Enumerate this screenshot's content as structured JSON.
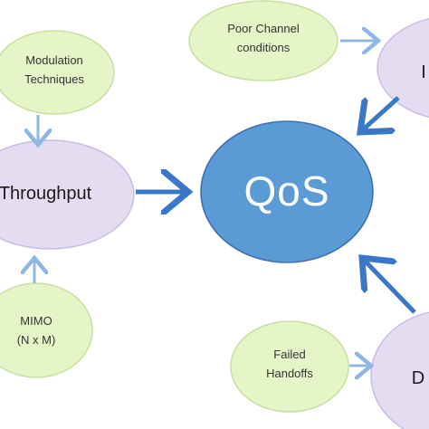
{
  "nodes": {
    "modulation": {
      "text": "Modulation\nTechniques",
      "color": "#e6f5c8"
    },
    "poor_channel": {
      "text": "Poor Channel\nconditions",
      "color": "#e6f5c8"
    },
    "mimo": {
      "text": "MIMO\n(N x M)",
      "color": "#e6f5c8"
    },
    "failed_handoffs": {
      "text": "Failed\nHandoffs",
      "color": "#e6f5c8"
    },
    "throughput": {
      "text": "Throughput",
      "color": "#e6dcf2"
    },
    "qos": {
      "text": "QoS",
      "color": "#5b9bd5"
    },
    "partial_top_right": {
      "text": "I",
      "color": "#e6dcf2"
    },
    "partial_bottom_right": {
      "text": "D",
      "color": "#e6dcf2"
    }
  },
  "colors": {
    "arrow": "#3a77c8",
    "small_arrow": "#8fb7e6"
  }
}
